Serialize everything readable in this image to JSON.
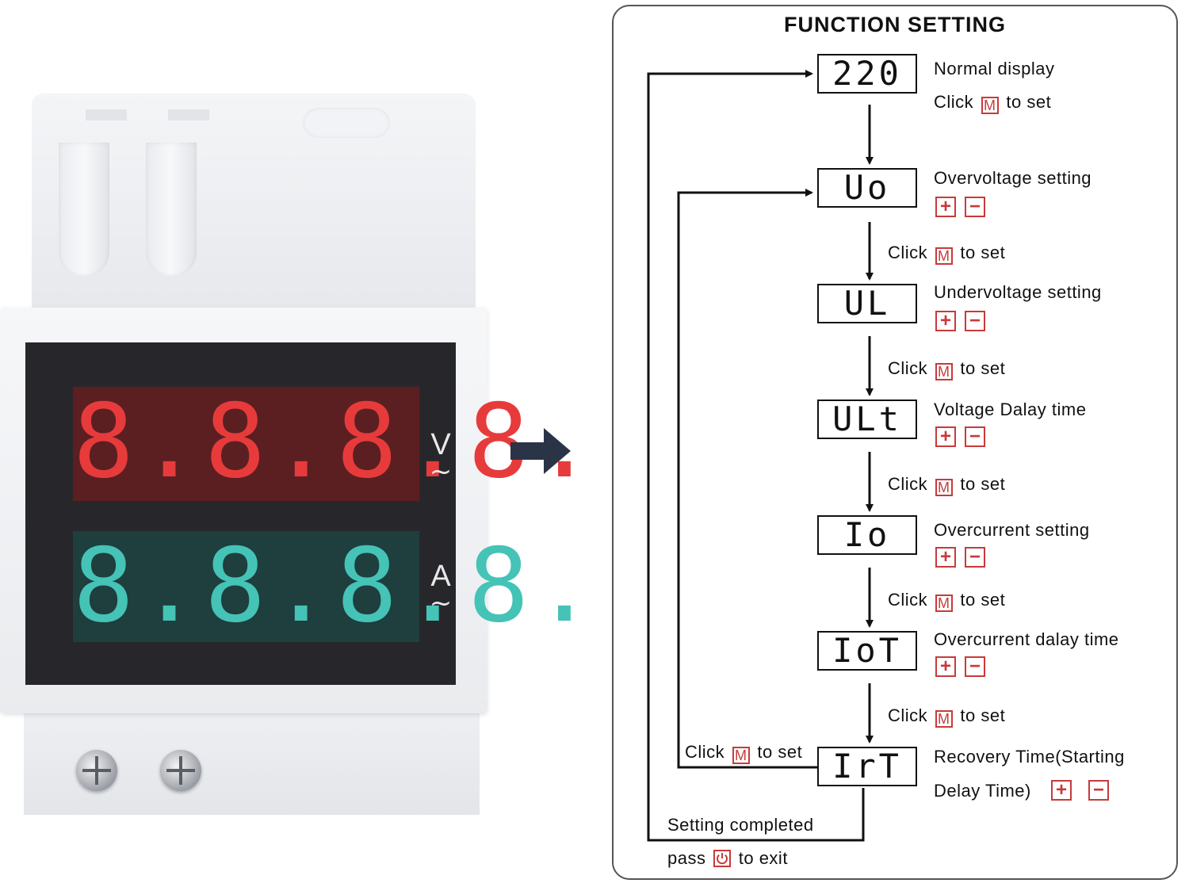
{
  "device": {
    "voltage_digits": "8.8.8.8.",
    "current_digits": "8.8.8.8.",
    "voltage_unit": "V",
    "current_unit": "A",
    "ac_symbol": "~",
    "panel_colors": {
      "voltage": "#e73b3b",
      "current": "#44c3b6"
    }
  },
  "chart": {
    "title": "FUNCTION SETTING",
    "click_word": "Click",
    "to_set": "to set",
    "m_button": "M",
    "plus_button": "+",
    "minus_button": "−",
    "steps": [
      {
        "display": "220",
        "label": "Normal display"
      },
      {
        "display": "Uo",
        "label": "Overvoltage  setting"
      },
      {
        "display": "UL",
        "label": "Undervoltage  setting"
      },
      {
        "display": "ULt",
        "label": "Voltage  Dalay  time"
      },
      {
        "display": "Io",
        "label": "Overcurrent  setting"
      },
      {
        "display": "IoT",
        "label": "Overcurrent dalay time"
      },
      {
        "display": "IrT",
        "label": "Recovery Time(Starting",
        "label2": "Delay Time)"
      }
    ],
    "completed_text": "Setting  completed",
    "pass_word": "pass",
    "to_exit": "to exit",
    "power_icon": "power-icon",
    "accent_color": "#c83a3a"
  }
}
